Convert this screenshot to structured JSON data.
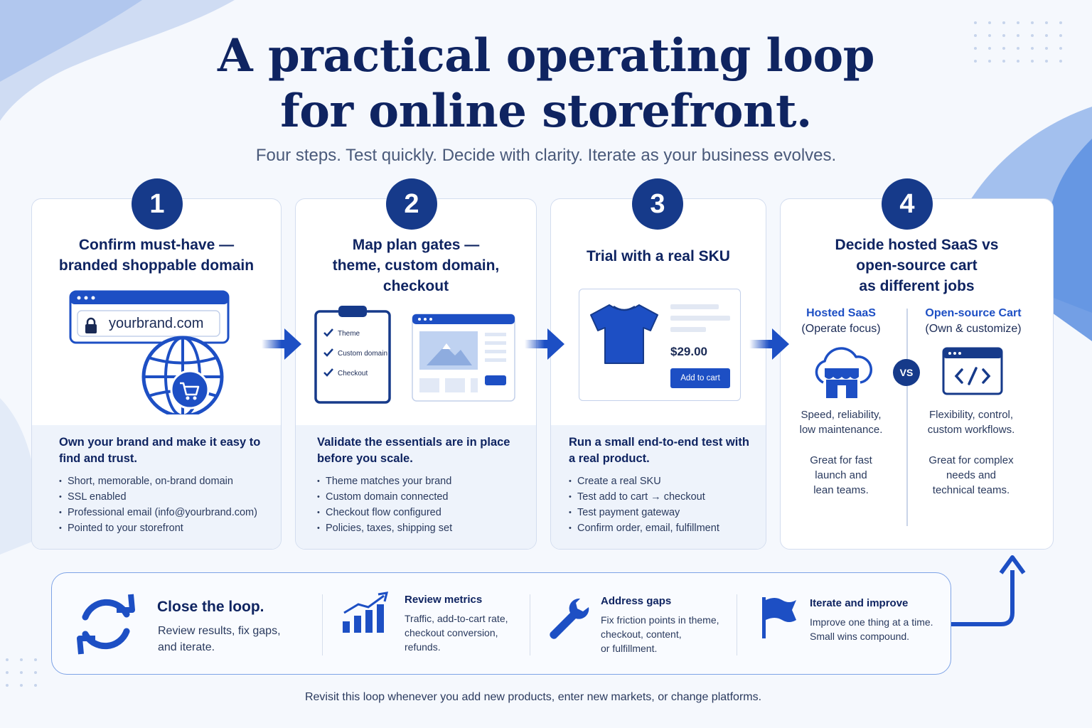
{
  "title_line1": "A practical operating loop",
  "title_line2": "for online storefront.",
  "subtitle": "Four steps. Test quickly. Decide with clarity. Iterate as your business evolves.",
  "steps": [
    {
      "number": "1",
      "title": "Confirm must-have —\nbranded shoppable domain",
      "domain_text": "yourbrand.com",
      "lead": "Own your brand and make it easy to find and trust.",
      "bullets": [
        "Short, memorable, on-brand domain",
        "SSL enabled",
        "Professional email (info@yourbrand.com)",
        "Pointed to your storefront"
      ]
    },
    {
      "number": "2",
      "title": "Map plan gates —\ntheme, custom domain,\ncheckout",
      "checklist": [
        "Theme",
        "Custom domain",
        "Checkout"
      ],
      "lead": "Validate the essentials are in place before you scale.",
      "bullets": [
        "Theme matches your brand",
        "Custom domain connected",
        "Checkout flow configured",
        "Policies, taxes, shipping set"
      ]
    },
    {
      "number": "3",
      "title": "Trial with a real SKU",
      "price": "$29.00",
      "cart_button": "Add to cart",
      "lead": "Run a small end-to-end test with a real product.",
      "bullets": [
        "Create a real SKU",
        "Test add to cart → checkout",
        "Test payment gateway",
        "Confirm order, email, fulfillment"
      ]
    },
    {
      "number": "4",
      "title": "Decide hosted SaaS vs\nopen-source cart\nas different jobs",
      "vs": "VS",
      "left": {
        "heading": "Hosted SaaS",
        "sub": "(Operate focus)",
        "desc": "Speed, reliability,\nlow maintenance.",
        "fit": "Great for fast\nlaunch and\nlean teams."
      },
      "right": {
        "heading": "Open-source Cart",
        "sub": "(Own & customize)",
        "desc": "Flexibility, control,\ncustom workflows.",
        "fit": "Great for complex\nneeds and\ntechnical teams."
      }
    }
  ],
  "loop": {
    "title": "Close the loop.",
    "text": "Review results, fix gaps,\nand iterate.",
    "items": [
      {
        "title": "Review metrics",
        "text": "Traffic, add-to-cart rate,\ncheckout conversion,\nrefunds.",
        "icon": "bar-chart-icon"
      },
      {
        "title": "Address gaps",
        "text": "Fix friction points in theme,\ncheckout, content,\nor fulfillment.",
        "icon": "wrench-icon"
      },
      {
        "title": "Iterate and improve",
        "text": "Improve one thing at a time.\nSmall wins compound.",
        "icon": "flag-icon"
      }
    ]
  },
  "footer": "Revisit this loop whenever you add new products, enter new markets, or change platforms.",
  "colors": {
    "navy": "#163a8a",
    "accent": "#1d4fc4",
    "title": "#0f2461"
  }
}
